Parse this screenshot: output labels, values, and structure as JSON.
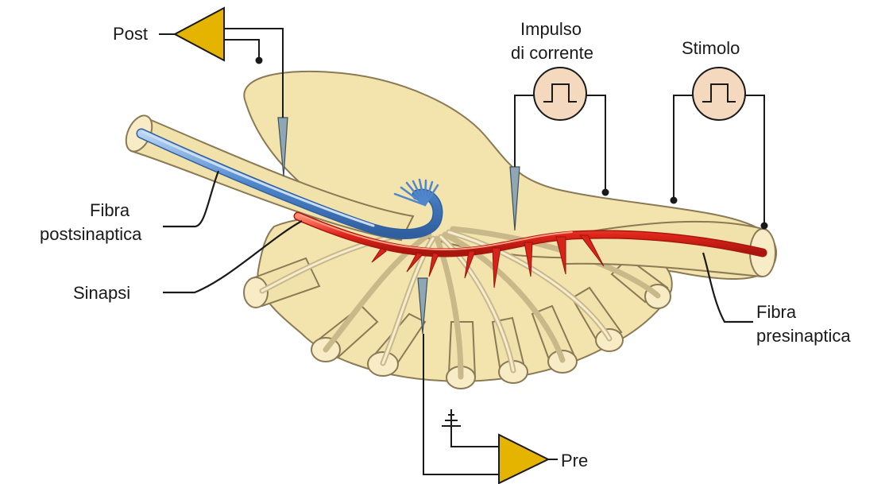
{
  "labels": {
    "post": "Post",
    "pre": "Pre",
    "impulso_line1": "Impulso",
    "impulso_line2": "di corrente",
    "stimolo": "Stimolo",
    "fibra_post_line1": "Fibra",
    "fibra_post_line2": "postsinaptica",
    "sinapsi": "Sinapsi",
    "fibra_pre_line1": "Fibra",
    "fibra_pre_line2": "presinaptica"
  },
  "icons": {
    "amplifier": "triangle-amplifier-icon",
    "generator": "square-pulse-generator-icon",
    "ground": "ground-symbol-icon",
    "electrode": "microelectrode-icon"
  },
  "colors": {
    "ganglion_fill": "#f3e3ad",
    "postsynaptic_fiber": "#5a8fd0",
    "presynaptic_fiber": "#e0261b",
    "amplifier": "#e4b400",
    "generator": "#f4d9bf"
  }
}
